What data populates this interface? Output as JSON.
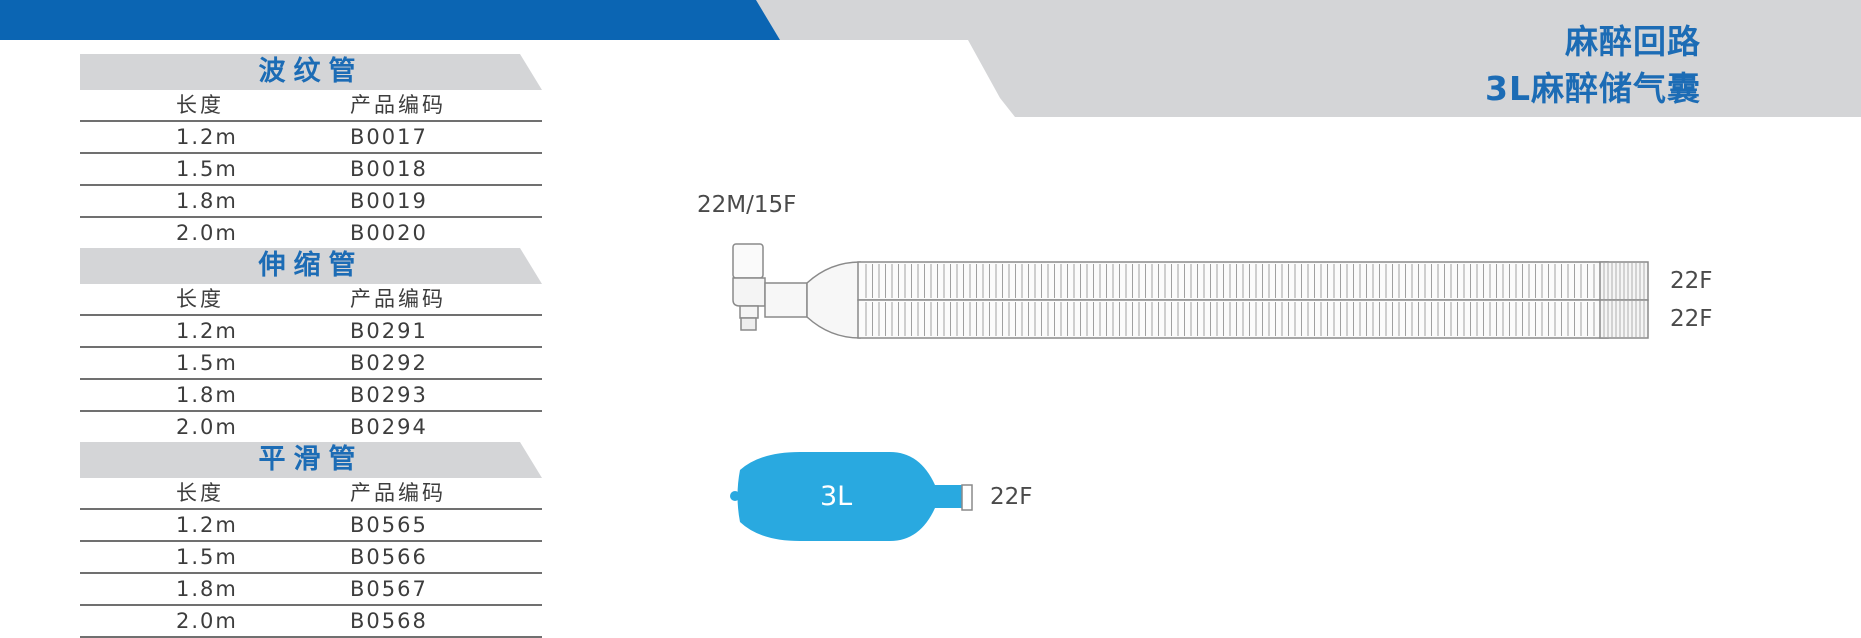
{
  "header": {
    "title_line1": "麻醉回路",
    "title_line2": "3L麻醉储气囊",
    "colors": {
      "blue_band": "#0b65b3",
      "grey_band": "#d4d5d7",
      "title": "#1c6cb5"
    }
  },
  "tables": [
    {
      "title": "波纹管",
      "col_length": "长度",
      "col_code": "产品编码",
      "rows": [
        {
          "length": "1.2m",
          "code": "B0017"
        },
        {
          "length": "1.5m",
          "code": "B0018"
        },
        {
          "length": "1.8m",
          "code": "B0019"
        },
        {
          "length": "2.0m",
          "code": "B0020"
        }
      ]
    },
    {
      "title": "伸缩管",
      "col_length": "长度",
      "col_code": "产品编码",
      "rows": [
        {
          "length": "1.2m",
          "code": "B0291"
        },
        {
          "length": "1.5m",
          "code": "B0292"
        },
        {
          "length": "1.8m",
          "code": "B0293"
        },
        {
          "length": "2.0m",
          "code": "B0294"
        }
      ]
    },
    {
      "title": "平滑管",
      "col_length": "长度",
      "col_code": "产品编码",
      "rows": [
        {
          "length": "1.2m",
          "code": "B0565"
        },
        {
          "length": "1.5m",
          "code": "B0566"
        },
        {
          "length": "1.8m",
          "code": "B0567"
        },
        {
          "length": "2.0m",
          "code": "B0568"
        }
      ]
    }
  ],
  "diagram": {
    "connector_label": "22M/15F",
    "end_label_top": "22F",
    "end_label_bottom": "22F",
    "bag_label": "3L",
    "bag_end_label": "22F",
    "bag_color": "#29a9e0"
  }
}
